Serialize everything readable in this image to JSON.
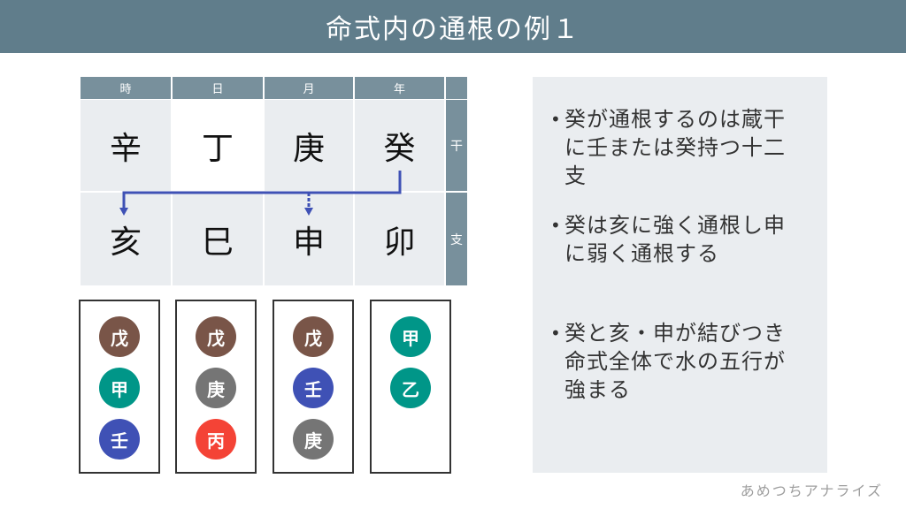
{
  "title": "命式内の通根の例１",
  "table": {
    "headers": [
      "時",
      "日",
      "月",
      "年"
    ],
    "row_labels": [
      "干",
      "支"
    ],
    "stems": [
      "辛",
      "丁",
      "庚",
      "癸"
    ],
    "branches": [
      "亥",
      "巳",
      "申",
      "卯"
    ]
  },
  "arrows": {
    "color": "#3f51b5",
    "from": "癸",
    "to": [
      "亥",
      "申"
    ]
  },
  "hidden_stems": [
    {
      "pillar": "時",
      "items": [
        {
          "label": "戊",
          "color": "#795548"
        },
        {
          "label": "甲",
          "color": "#009688"
        },
        {
          "label": "壬",
          "color": "#3f51b5"
        }
      ]
    },
    {
      "pillar": "日",
      "items": [
        {
          "label": "戊",
          "color": "#795548"
        },
        {
          "label": "庚",
          "color": "#757575"
        },
        {
          "label": "丙",
          "color": "#f44336"
        }
      ]
    },
    {
      "pillar": "月",
      "items": [
        {
          "label": "戊",
          "color": "#795548"
        },
        {
          "label": "壬",
          "color": "#3f51b5"
        },
        {
          "label": "庚",
          "color": "#757575"
        }
      ]
    },
    {
      "pillar": "年",
      "items": [
        {
          "label": "甲",
          "color": "#009688"
        },
        {
          "label": "乙",
          "color": "#009688"
        }
      ]
    }
  ],
  "notes": [
    "癸が通根するのは蔵干に壬または癸持つ十二支",
    "癸は亥に強く通根し申に弱く通根する",
    "癸と亥・申が結びつき命式全体で水の五行が強まる"
  ],
  "bullet": "•",
  "footer": "あめつちアナライズ",
  "colors": {
    "title_bg": "#607d8b",
    "header_bg": "#78909c",
    "cell_bg": "#eaedf0",
    "panel_bg": "#eaedf0"
  }
}
